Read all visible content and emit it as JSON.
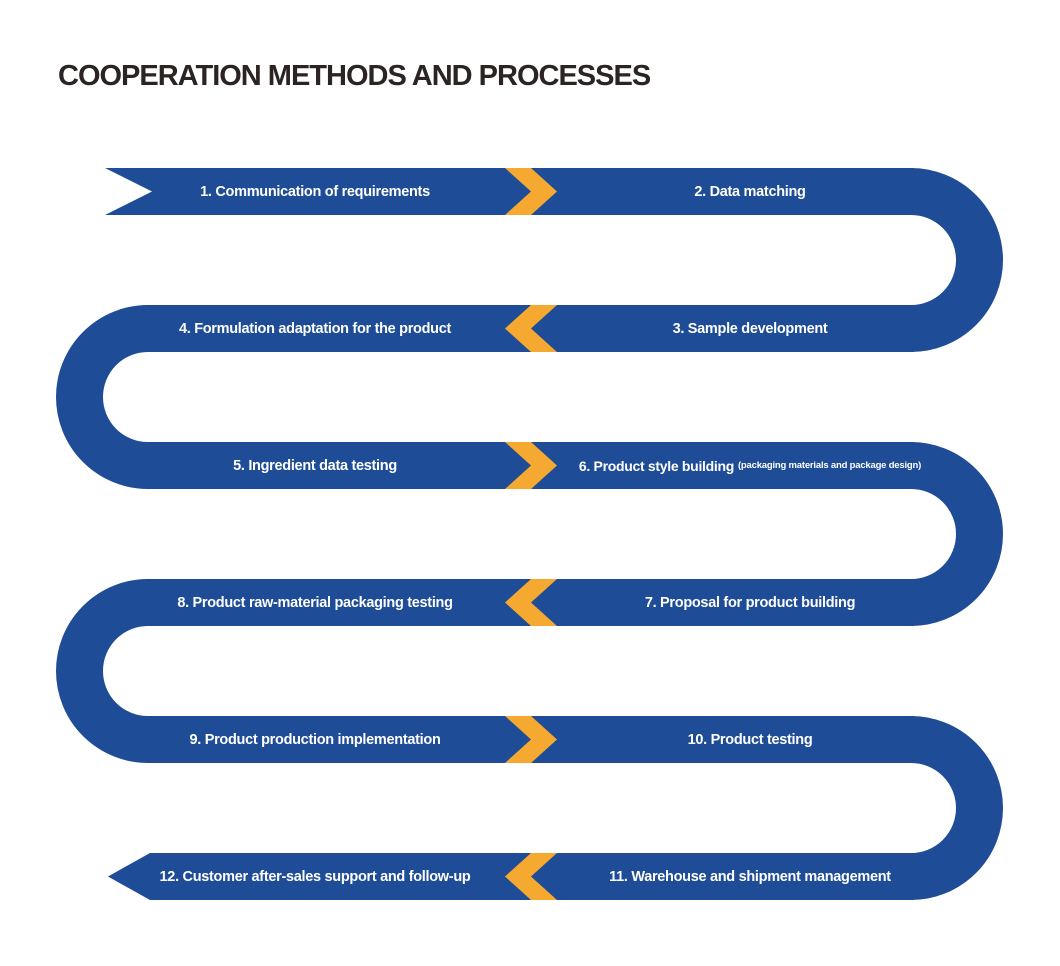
{
  "title": "COOPERATION METHODS AND PROCESSES",
  "colors": {
    "ribbon_blue": "#1E4C96",
    "chevron_gold": "#F5A930",
    "title_text": "#2B2422",
    "step_text": "#FFFFFF"
  },
  "flow": {
    "type": "serpentine-process",
    "rows": 6,
    "direction_by_row": [
      "right",
      "left",
      "right",
      "left",
      "right",
      "left"
    ]
  },
  "steps": [
    {
      "num": 1,
      "label": "1. Communication of requirements",
      "row": 1,
      "side": "left"
    },
    {
      "num": 2,
      "label": "2. Data matching",
      "row": 1,
      "side": "right"
    },
    {
      "num": 3,
      "label": "3. Sample development",
      "row": 2,
      "side": "right"
    },
    {
      "num": 4,
      "label": "4. Formulation adaptation for the product",
      "row": 2,
      "side": "left"
    },
    {
      "num": 5,
      "label": "5. Ingredient data testing",
      "row": 3,
      "side": "left"
    },
    {
      "num": 6,
      "label": "6. Product style building",
      "note": "(packaging materials and package design)",
      "row": 3,
      "side": "right"
    },
    {
      "num": 7,
      "label": "7. Proposal for product building",
      "row": 4,
      "side": "right"
    },
    {
      "num": 8,
      "label": "8. Product raw-material packaging testing",
      "row": 4,
      "side": "left"
    },
    {
      "num": 9,
      "label": "9. Product production implementation",
      "row": 5,
      "side": "left"
    },
    {
      "num": 10,
      "label": "10. Product testing",
      "row": 5,
      "side": "right"
    },
    {
      "num": 11,
      "label": "11. Warehouse and shipment management",
      "row": 6,
      "side": "right"
    },
    {
      "num": 12,
      "label": "12. Customer after-sales support and follow-up",
      "row": 6,
      "side": "left"
    }
  ]
}
